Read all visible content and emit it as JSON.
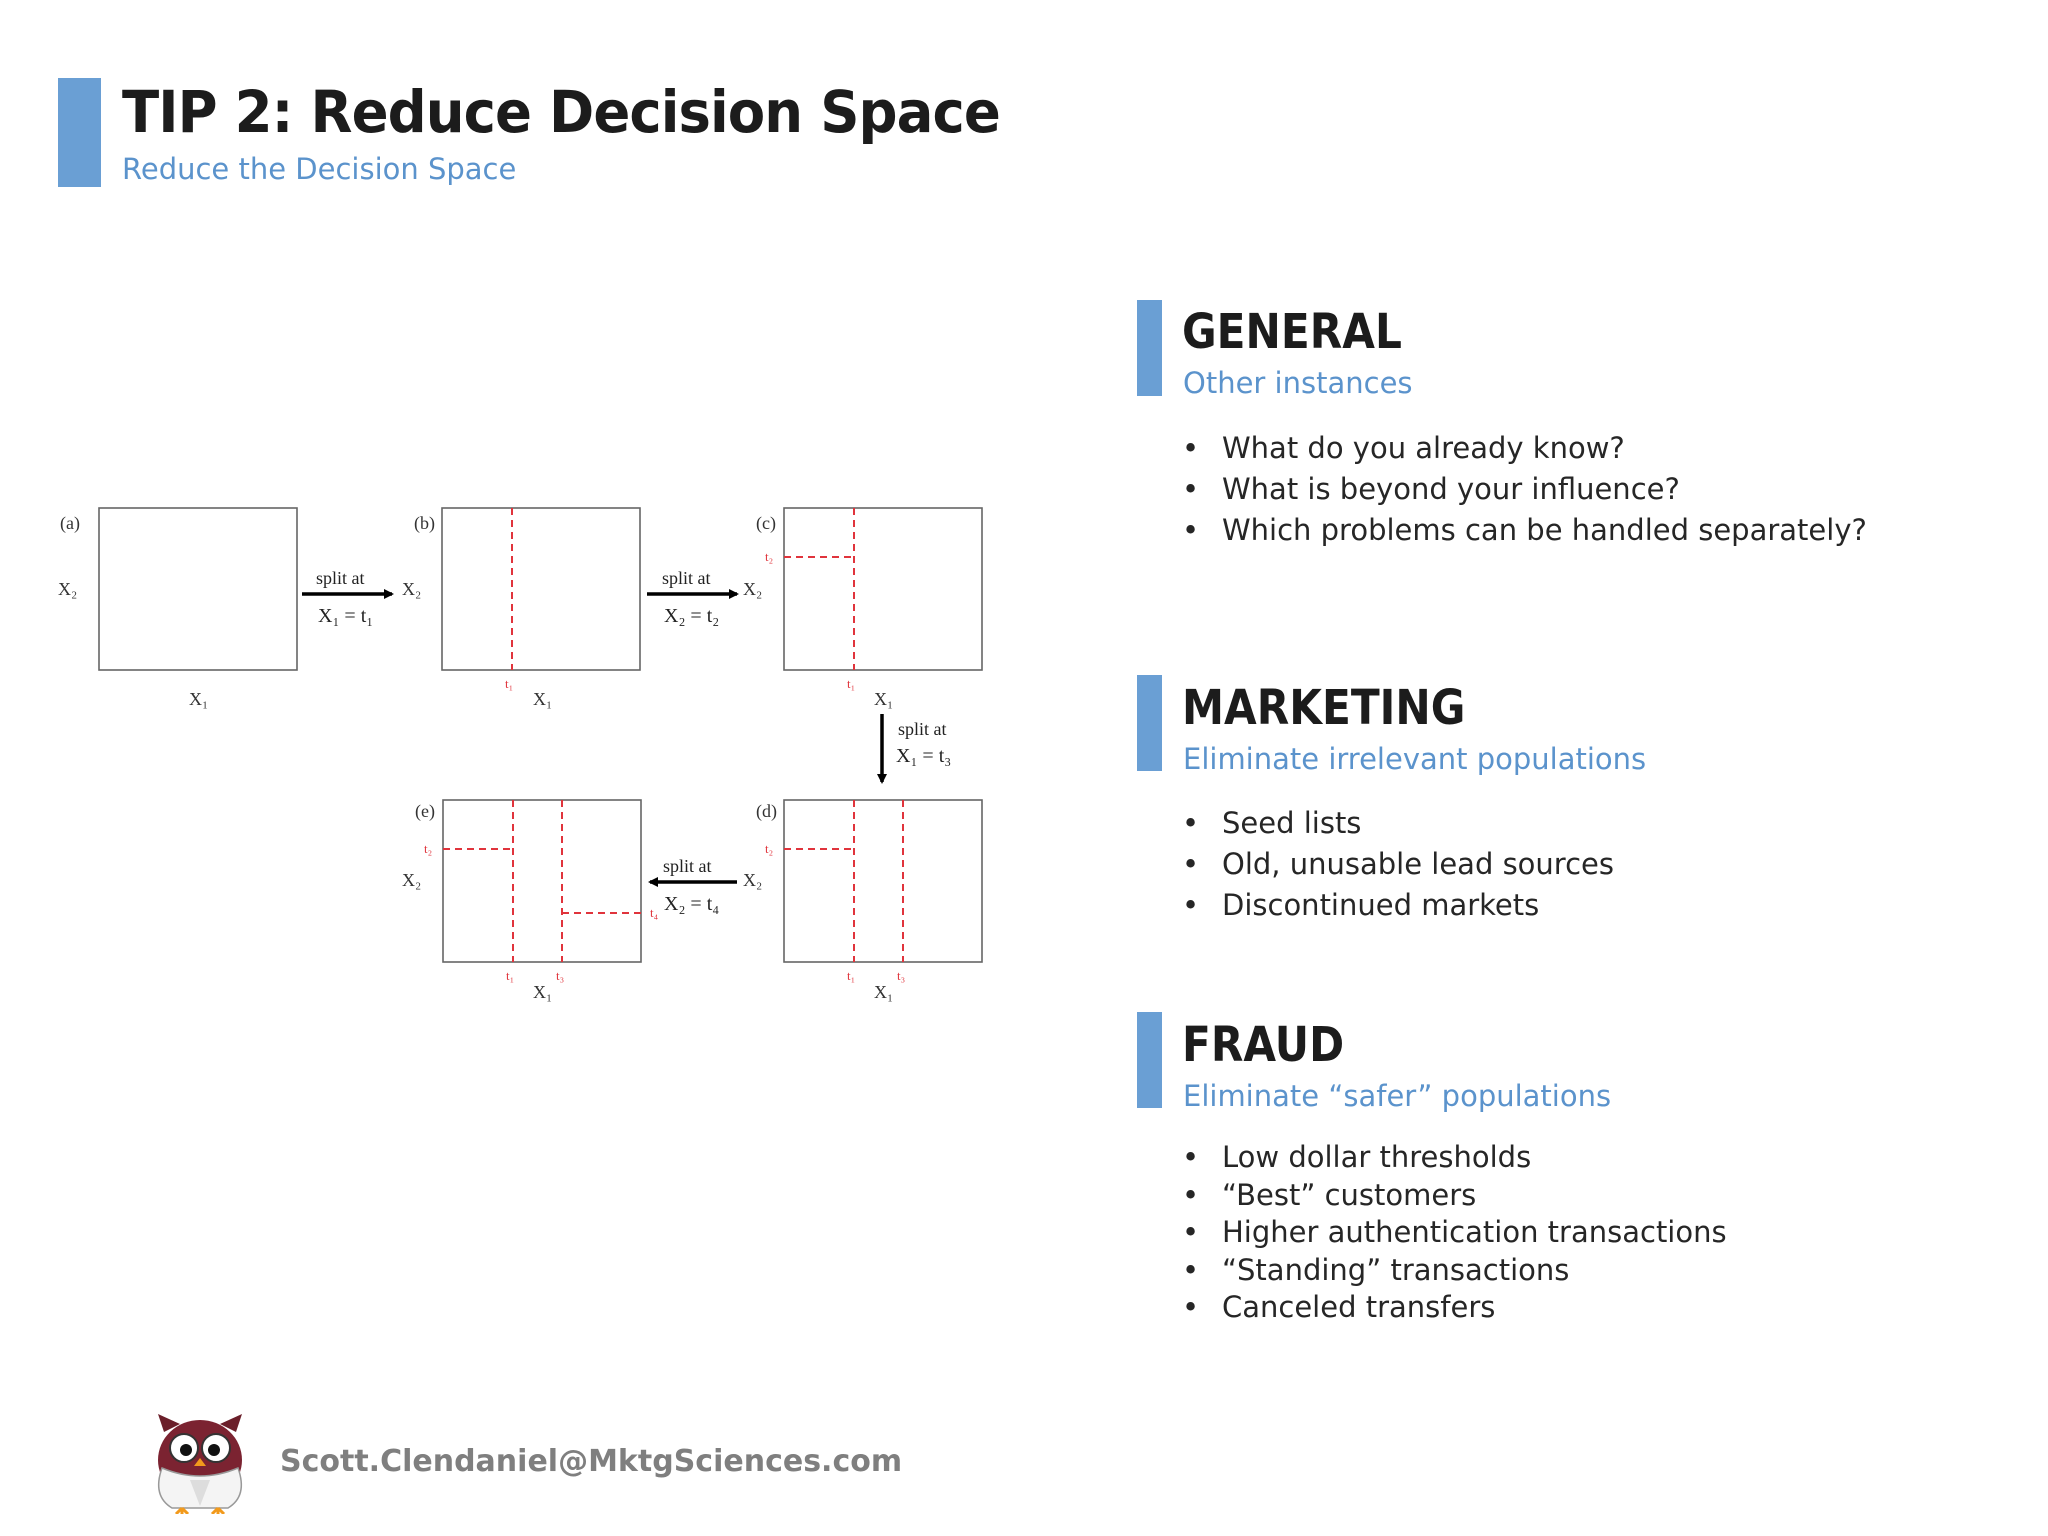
{
  "header": {
    "title": "TIP 2: Reduce Decision Space",
    "subtitle": "Reduce the Decision Space"
  },
  "sections": [
    {
      "title": "GENERAL",
      "subtitle": "Other instances",
      "bullets": [
        "What do you already know?",
        "What is beyond your influence?",
        "Which problems can be handled separately?"
      ]
    },
    {
      "title": "MARKETING",
      "subtitle": "Eliminate irrelevant populations",
      "bullets": [
        "Seed lists",
        "Old, unusable lead sources",
        "Discontinued markets"
      ]
    },
    {
      "title": "FRAUD",
      "subtitle": "Eliminate “safer” populations",
      "bullets": [
        "Low dollar thresholds",
        "“Best” customers",
        "Higher authentication transactions",
        "“Standing” transactions",
        "Canceled transfers"
      ]
    }
  ],
  "diagram": {
    "panels": [
      "(a)",
      "(b)",
      "(c)",
      "(d)",
      "(e)"
    ],
    "axes": {
      "x1": "X₁",
      "x2": "X₂"
    },
    "thresholds": {
      "t1": "t₁",
      "t2": "t₂",
      "t3": "t₃",
      "t4": "t₄"
    },
    "split_label": "split at",
    "splits": {
      "a_to_b": "X₁ = t₁",
      "b_to_c": "X₂ = t₂",
      "c_to_d": "X₁ = t₃",
      "d_to_e": "X₂ = t₄"
    }
  },
  "footer": {
    "email": "Scott.Clendaniel@MktgSciences.com"
  },
  "colors": {
    "accent_bar": "#6a9fd4",
    "subtitle": "#5b93cc",
    "split_line": "#e0343c"
  }
}
